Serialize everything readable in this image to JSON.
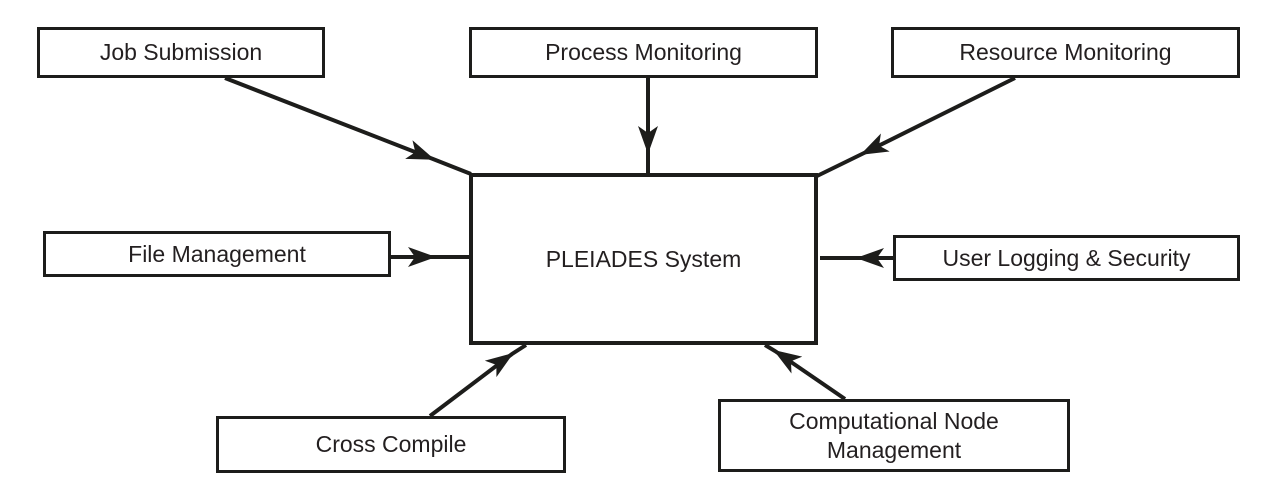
{
  "diagram": {
    "center": {
      "id": "pleiades-system",
      "label": "PLEIADES System"
    },
    "nodes": [
      {
        "id": "job-submission",
        "label": "Job Submission"
      },
      {
        "id": "process-monitoring",
        "label": "Process Monitoring"
      },
      {
        "id": "resource-monitoring",
        "label": "Resource Monitoring"
      },
      {
        "id": "file-management",
        "label": "File Management"
      },
      {
        "id": "user-logging-security",
        "label": "User Logging & Security"
      },
      {
        "id": "cross-compile",
        "label": "Cross Compile"
      },
      {
        "id": "computational-node-management",
        "label": "Computational Node Management"
      }
    ],
    "edges": [
      {
        "from": "job-submission",
        "to": "pleiades-system",
        "direction": "into-center"
      },
      {
        "from": "process-monitoring",
        "to": "pleiades-system",
        "direction": "into-center"
      },
      {
        "from": "resource-monitoring",
        "to": "pleiades-system",
        "direction": "into-center"
      },
      {
        "from": "file-management",
        "to": "pleiades-system",
        "direction": "into-center"
      },
      {
        "from": "user-logging-security",
        "to": "pleiades-system",
        "direction": "into-center"
      },
      {
        "from": "cross-compile",
        "to": "pleiades-system",
        "direction": "into-center"
      },
      {
        "from": "computational-node-management",
        "to": "pleiades-system",
        "direction": "into-center"
      }
    ],
    "colors": {
      "line": "#1d1d1b",
      "text": "#231f20",
      "background": "#ffffff"
    }
  }
}
